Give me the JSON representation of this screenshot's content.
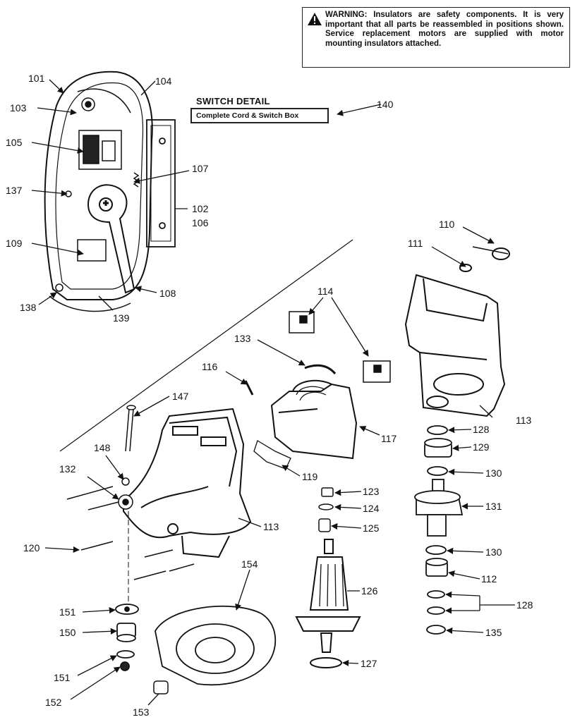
{
  "warning": {
    "label": "WARNING:",
    "text": "Insulators are safety components. It is very important that all parts be reassembled in positions shown. Service replacement motors are supplied with motor mounting insulators attached."
  },
  "switch_detail": {
    "title": "SWITCH DETAIL",
    "box_label": "Complete Cord & Switch Box"
  },
  "callouts": {
    "c101": "101",
    "c103": "103",
    "c104": "104",
    "c105": "105",
    "c107": "107",
    "c137": "137",
    "c102": "102",
    "c106": "106",
    "c109": "109",
    "c108": "108",
    "c138": "138",
    "c139": "139",
    "c140": "140",
    "c110": "110",
    "c111": "111",
    "c114": "114",
    "c133": "133",
    "c116": "116",
    "c147": "147",
    "c117": "117",
    "c113a": "113",
    "c148": "148",
    "c132": "132",
    "c119": "119",
    "c123": "123",
    "c128a": "128",
    "c129": "129",
    "c130a": "130",
    "c124": "124",
    "c125": "125",
    "c131": "131",
    "c113b": "113",
    "c120": "120",
    "c130b": "130",
    "c154": "154",
    "c112": "112",
    "c126": "126",
    "c151a": "151",
    "c128b": "128",
    "c150": "150",
    "c135": "135",
    "c127": "127",
    "c151b": "151",
    "c152": "152",
    "c153": "153"
  }
}
